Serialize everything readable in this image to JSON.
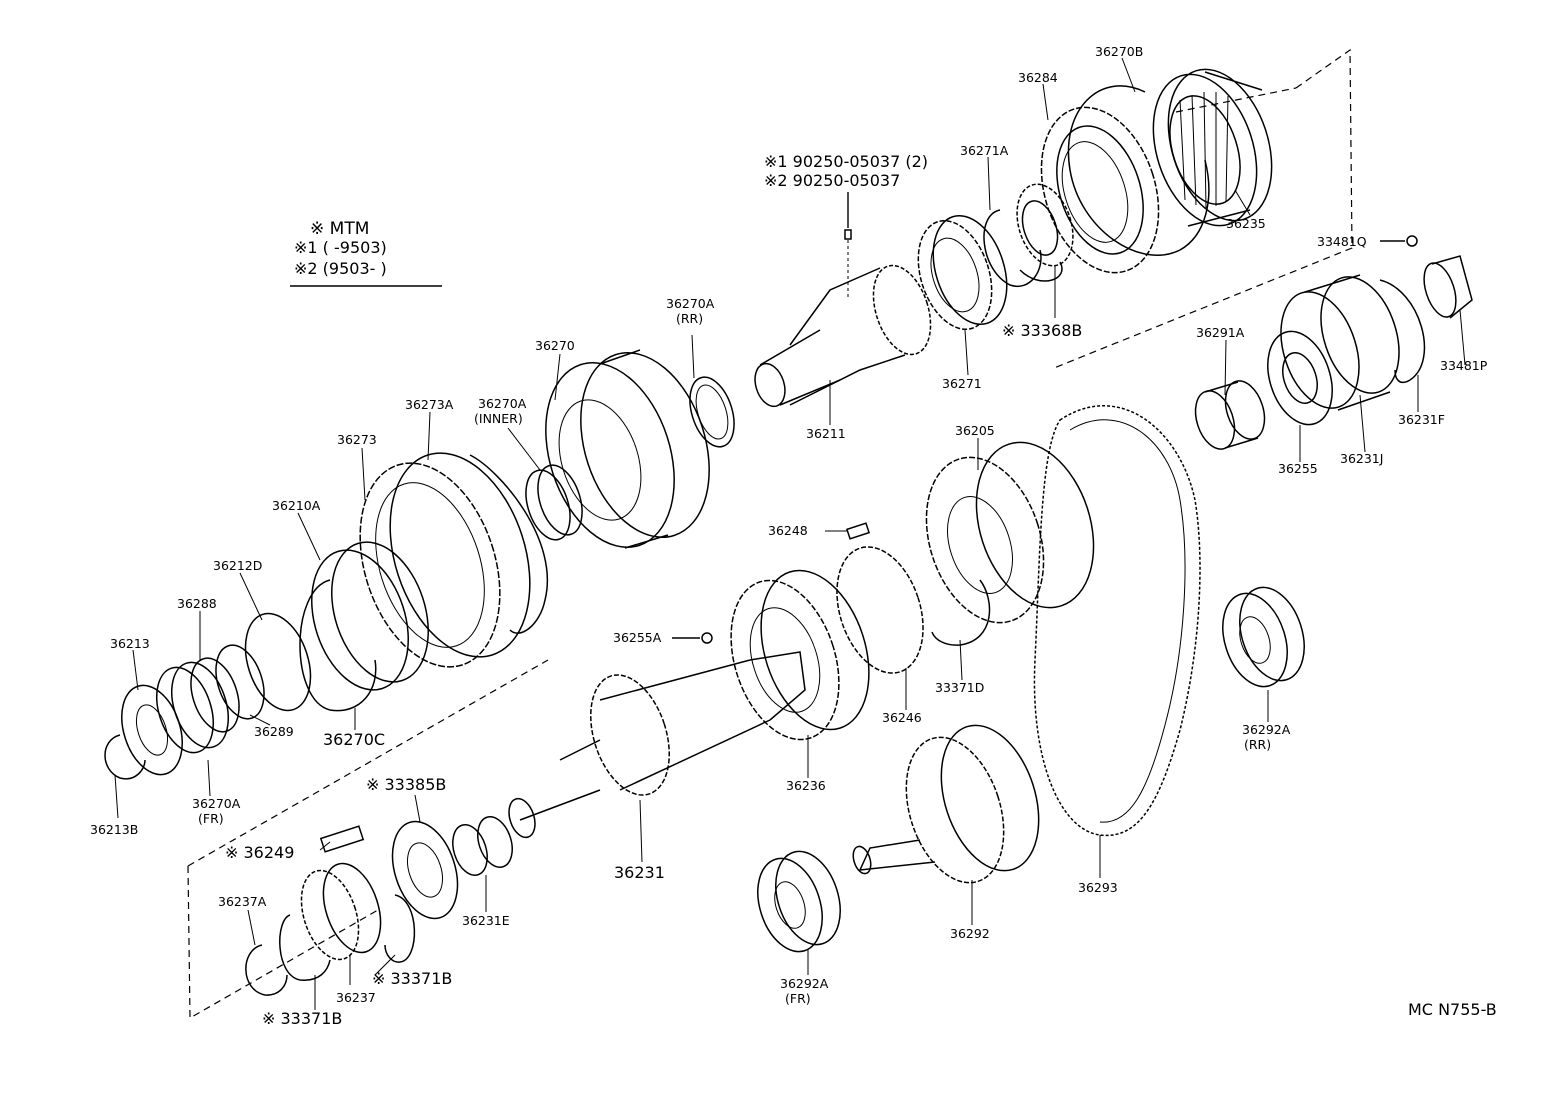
{
  "diagram": {
    "reference_code": "MC  N755-B",
    "legend": {
      "title": "※ MTM",
      "line1": "※1 (        -9503)",
      "line2": "※2 (9503-        )"
    },
    "note_bolts": {
      "line1": "※1 90250-05037 (2)",
      "line2": "※2 90250-05037"
    },
    "labels": {
      "p36270B": "36270B",
      "p36284": "36284",
      "p36271A": "36271A",
      "p36235": "36235",
      "p33481Q": "33481Q",
      "p33368B": "※ 33368B",
      "p36271": "36271",
      "p36211": "36211",
      "p36270A_rr": "36270A",
      "rr_tag": "(RR)",
      "p36270": "36270",
      "p36270A_inner": "36270A",
      "inner_tag": "(INNER)",
      "p36273A": "36273A",
      "p36273": "36273",
      "p36210A": "36210A",
      "p36212D": "36212D",
      "p36288": "36288",
      "p36213": "36213",
      "p36289": "36289",
      "p36270C": "36270C",
      "p36270A_fr": "36270A",
      "fr_tag": "(FR)",
      "p36213B": "36213B",
      "p36291A": "36291A",
      "p33481P": "33481P",
      "p36231F": "36231F",
      "p36231J": "36231J",
      "p36255": "36255",
      "p36205": "36205",
      "p36248": "36248",
      "p36255A": "36255A",
      "p33371D": "33371D",
      "p36246": "36246",
      "p36236": "36236",
      "p36292A_rr": "36292A",
      "rr_tag2": "(RR)",
      "p33385B": "※ 33385B",
      "p36249": "※ 36249",
      "p36231": "36231",
      "p36231E": "36231E",
      "p36237A": "36237A",
      "p33371B_a": "※ 33371B",
      "p36237": "36237",
      "p33371B_b": "※ 33371B",
      "p36292": "36292",
      "p36293": "36293",
      "p36292A_fr": "36292A",
      "fr_tag2": "(FR)"
    }
  }
}
